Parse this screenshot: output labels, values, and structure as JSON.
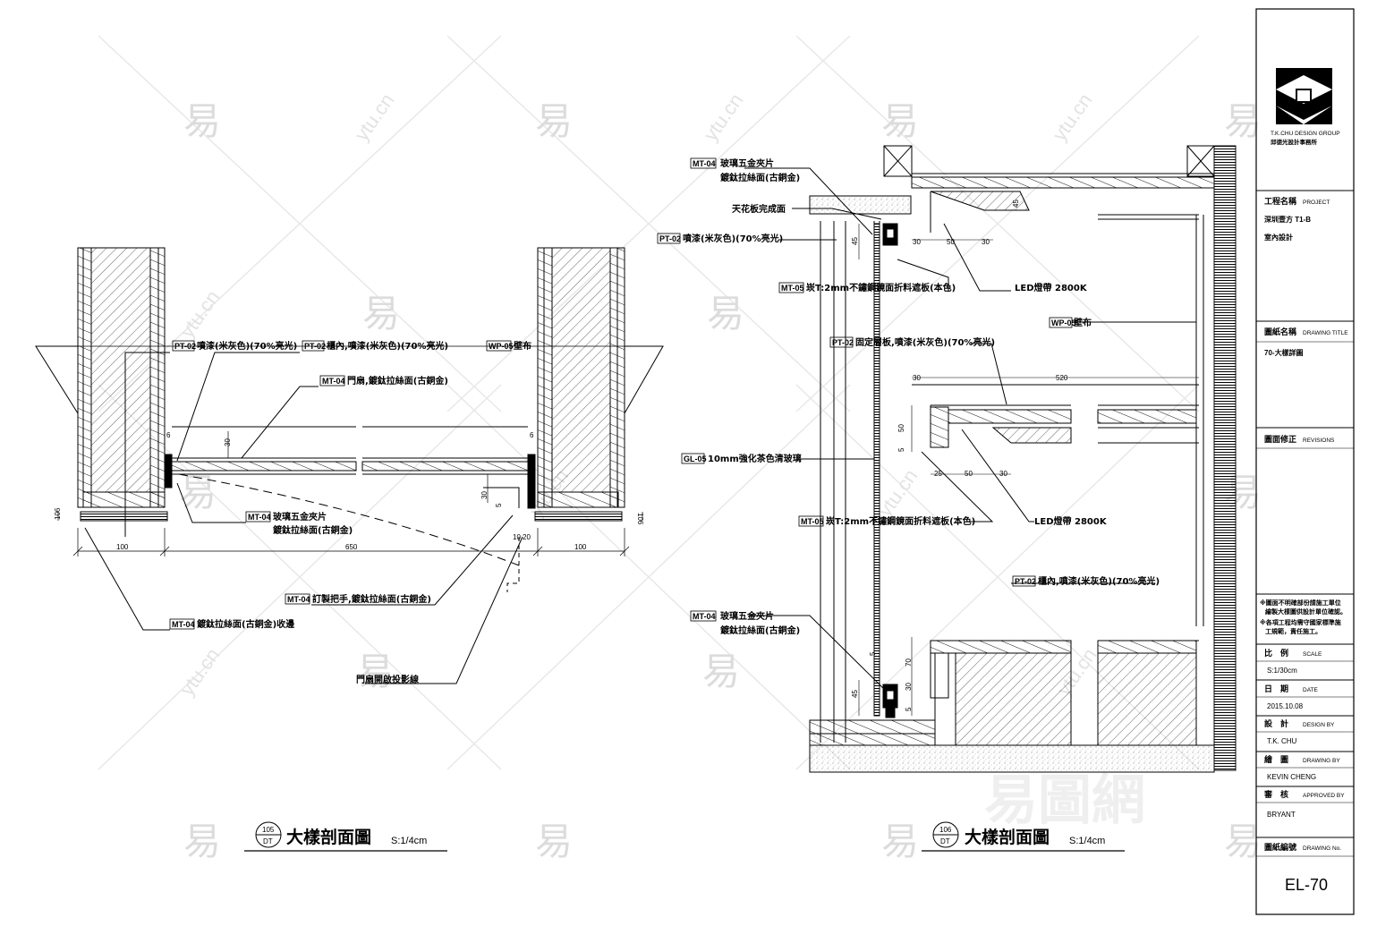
{
  "watermark": {
    "glyph": "易",
    "site": "ytu.cn"
  },
  "detail_105": {
    "tag_top": "105",
    "tag_bottom": "DT",
    "title": "大樣剖面圖",
    "scale": "S:1/4cm",
    "notes": [
      {
        "code": "PT-02",
        "text": "噴漆(米灰色)(70%亮光)"
      },
      {
        "code": "PT-02",
        "text": "櫃內,噴漆(米灰色)(70%亮光)"
      },
      {
        "code": "WP-05",
        "text": "壁布"
      },
      {
        "code": "MT-04",
        "text": "門扇,鍍鈦拉絲面(古銅金)"
      },
      {
        "code": "MT-04",
        "text": "玻璃五金夾片",
        "text2": "鍍鈦拉絲面(古銅金)"
      },
      {
        "code": "MT-04",
        "text": "訂製把手,鍍鈦拉絲面(古銅金)"
      },
      {
        "code": "MT-04",
        "text": "鍍鈦拉絲面(古銅金)收邊"
      },
      {
        "code": "",
        "text": "門扇開啟投影線"
      }
    ],
    "dims": {
      "left": "100",
      "mid": "650",
      "right": "100",
      "d6a": "6",
      "d6b": "6",
      "d30a": "30",
      "d30b": "30",
      "d10": "10",
      "d20": "20",
      "d5": "5",
      "d106a": "106",
      "d106b": "106"
    }
  },
  "detail_106": {
    "tag_top": "106",
    "tag_bottom": "DT",
    "title": "大樣剖面圖",
    "scale": "S:1/4cm",
    "notes": [
      {
        "code": "MT-04",
        "text": "玻璃五金夾片",
        "text2": "鍍鈦拉絲面(古銅金)"
      },
      {
        "code": "",
        "text": "天花板完成面"
      },
      {
        "code": "PT-02",
        "text": "噴漆(米灰色)(70%亮光)"
      },
      {
        "code": "MT-05",
        "text": "崁T:2mm不鏽鋼鏡面折料遮板(本色)"
      },
      {
        "code": "",
        "text": "LED燈帶 2800K"
      },
      {
        "code": "WP-05",
        "text": "壁布"
      },
      {
        "code": "PT-02",
        "text": "固定層板,噴漆(米灰色)(70%亮光)"
      },
      {
        "code": "GL-05",
        "text": "10mm強化茶色清玻璃"
      },
      {
        "code": "MT-05",
        "text": "崁T:2mm不鏽鋼鏡面折料遮板(本色)"
      },
      {
        "code": "",
        "text": "LED燈帶 2800K"
      },
      {
        "code": "PT-02",
        "text": "櫃內,噴漆(米灰色)(70%亮光)"
      },
      {
        "code": "MT-04",
        "text": "玻璃五金夾片",
        "text2": "鍍鈦拉絲面(古銅金)"
      }
    ],
    "dims": {
      "d45a": "45",
      "d30a": "30",
      "d50a": "50",
      "d30b": "30",
      "d45b": "45",
      "d30c": "30",
      "d520": "520",
      "d50b": "50",
      "d5a": "5",
      "d25": "25",
      "d50c": "50",
      "d30d": "30",
      "d45c": "45",
      "d70": "70",
      "d30e": "30",
      "d5b": "5",
      "d5c": "5"
    }
  },
  "title_block": {
    "company_en": "T.K.CHU DESIGN GROUP",
    "company_zh": "邱德光設計事務所",
    "project_label": "工程名稱",
    "project_label_en": "PROJECT",
    "project_line1": "深圳壹方 T1-B",
    "project_line2": "室內設計",
    "drawing_title_label": "圖紙名稱",
    "drawing_title_label_en": "DRAWING TITLE",
    "drawing_title": "70-大樣詳圖",
    "revisions_label": "圖面修正",
    "revisions_label_en": "REVISIONS",
    "note1a": "※圖面不明確部份請施工單位",
    "note1b": "繪製大樣圖供設計單位確認。",
    "note2a": "※各項工程均需守國家標準施",
    "note2b": "工規範，責任施工。",
    "scale_label": "比　例",
    "scale_label_en": "SCALE",
    "scale_value": "S:1/30cm",
    "date_label": "日　期",
    "date_label_en": "DATE",
    "date_value": "2015.10.08",
    "design_label": "設　計",
    "design_label_en": "DESIGN BY",
    "design_value": "T.K. CHU",
    "drawing_label": "繪　圖",
    "drawing_label_en": "DRAWING BY",
    "drawing_value": "KEVIN CHENG",
    "approved_label": "審　核",
    "approved_label_en": "APPROVED BY",
    "approved_value": "BRYANT",
    "number_label": "圖紙編號",
    "number_label_en": "DRAWING No.",
    "number_value": "EL-70"
  }
}
